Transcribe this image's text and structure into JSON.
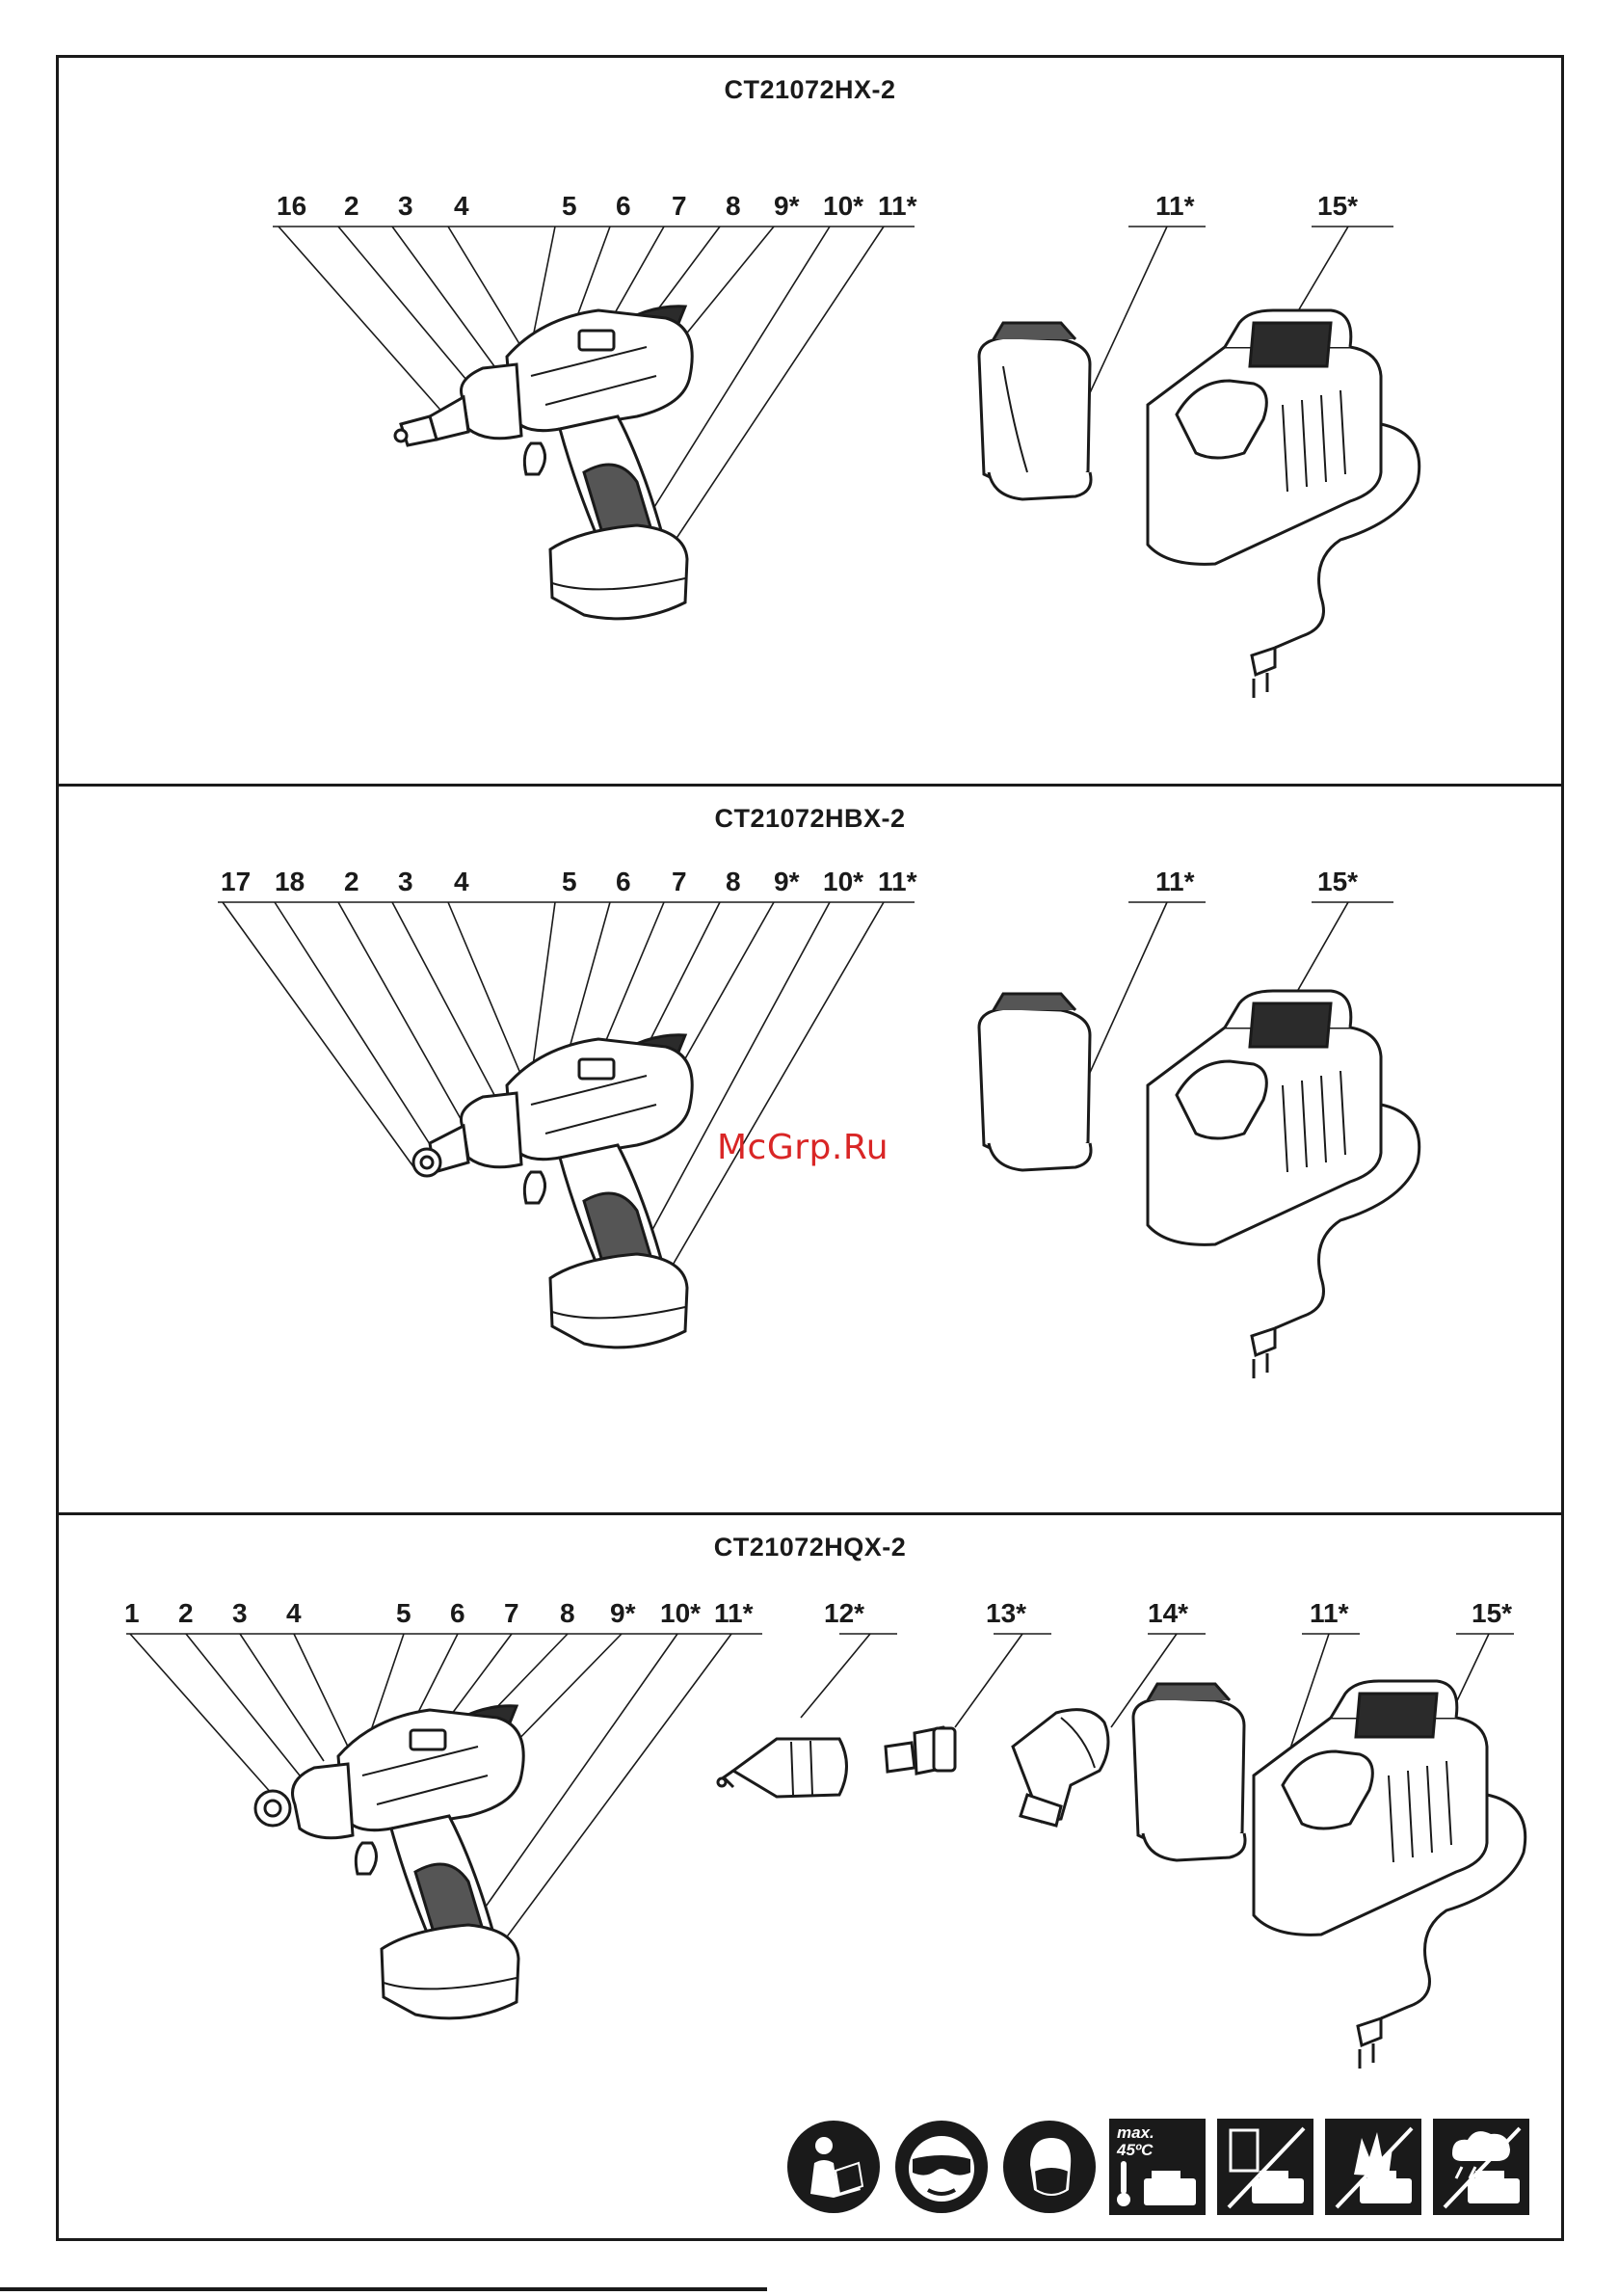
{
  "panels": [
    {
      "model": "CT21072HX-2",
      "drill_callouts": [
        "16",
        "2",
        "3",
        "4",
        "5",
        "6",
        "7",
        "8",
        "9*",
        "10*",
        "11*"
      ],
      "accessory_callouts": [
        "11*",
        "15*"
      ]
    },
    {
      "model": "CT21072HBX-2",
      "drill_callouts": [
        "17",
        "18",
        "2",
        "3",
        "4",
        "5",
        "6",
        "7",
        "8",
        "9*",
        "10*",
        "11*"
      ],
      "accessory_callouts": [
        "11*",
        "15*"
      ]
    },
    {
      "model": "CT21072HQX-2",
      "drill_callouts": [
        "1",
        "2",
        "3",
        "4",
        "5",
        "6",
        "7",
        "8",
        "9*",
        "10*",
        "11*"
      ],
      "accessory_callouts": [
        "12*",
        "13*",
        "14*",
        "11*",
        "15*"
      ]
    }
  ],
  "watermark": "McGrp.Ru",
  "safety_icons": [
    {
      "name": "read-manual-icon"
    },
    {
      "name": "wear-goggles-icon"
    },
    {
      "name": "wear-mask-icon"
    },
    {
      "name": "max-temperature-icon",
      "text": "max. 45ºC"
    },
    {
      "name": "no-water-icon"
    },
    {
      "name": "no-fire-icon"
    },
    {
      "name": "no-rain-icon"
    }
  ],
  "colors": {
    "ink": "#1a1a1a",
    "grip": "#555555",
    "watermark": "#d92626"
  }
}
